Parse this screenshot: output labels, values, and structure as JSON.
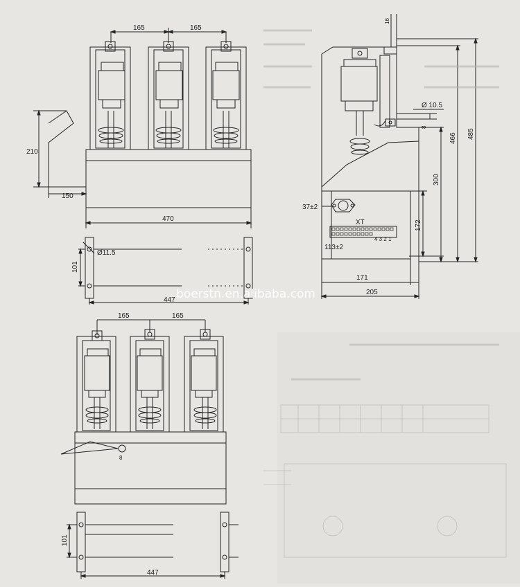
{
  "front_view_top": {
    "pitch_left": "165",
    "pitch_right": "165",
    "handle_height": "210",
    "handle_offset": "150",
    "body_width": "470"
  },
  "base_view_top": {
    "hole_dia": "Ø11.5",
    "hole_spacing": "101",
    "hole_pitch": "447"
  },
  "side_view": {
    "top_dim": "16",
    "hole_dia": "Ø 10.5",
    "hole_depth": "8",
    "height_overall": "485",
    "height_mid": "466",
    "height_lower": "300",
    "box_height": "172",
    "terminal_offset": "37±2",
    "terminal_label": "XT",
    "terminal_numbers": "4 3 2 1",
    "box_offset": "113±2",
    "box_width": "171",
    "overall_width": "205"
  },
  "front_view_bottom": {
    "pitch_left": "165",
    "pitch_right": "165",
    "marker": "8"
  },
  "base_view_bottom": {
    "hole_spacing": "101",
    "hole_pitch": "447"
  },
  "watermark": "boerstn.en.alibaba.com"
}
